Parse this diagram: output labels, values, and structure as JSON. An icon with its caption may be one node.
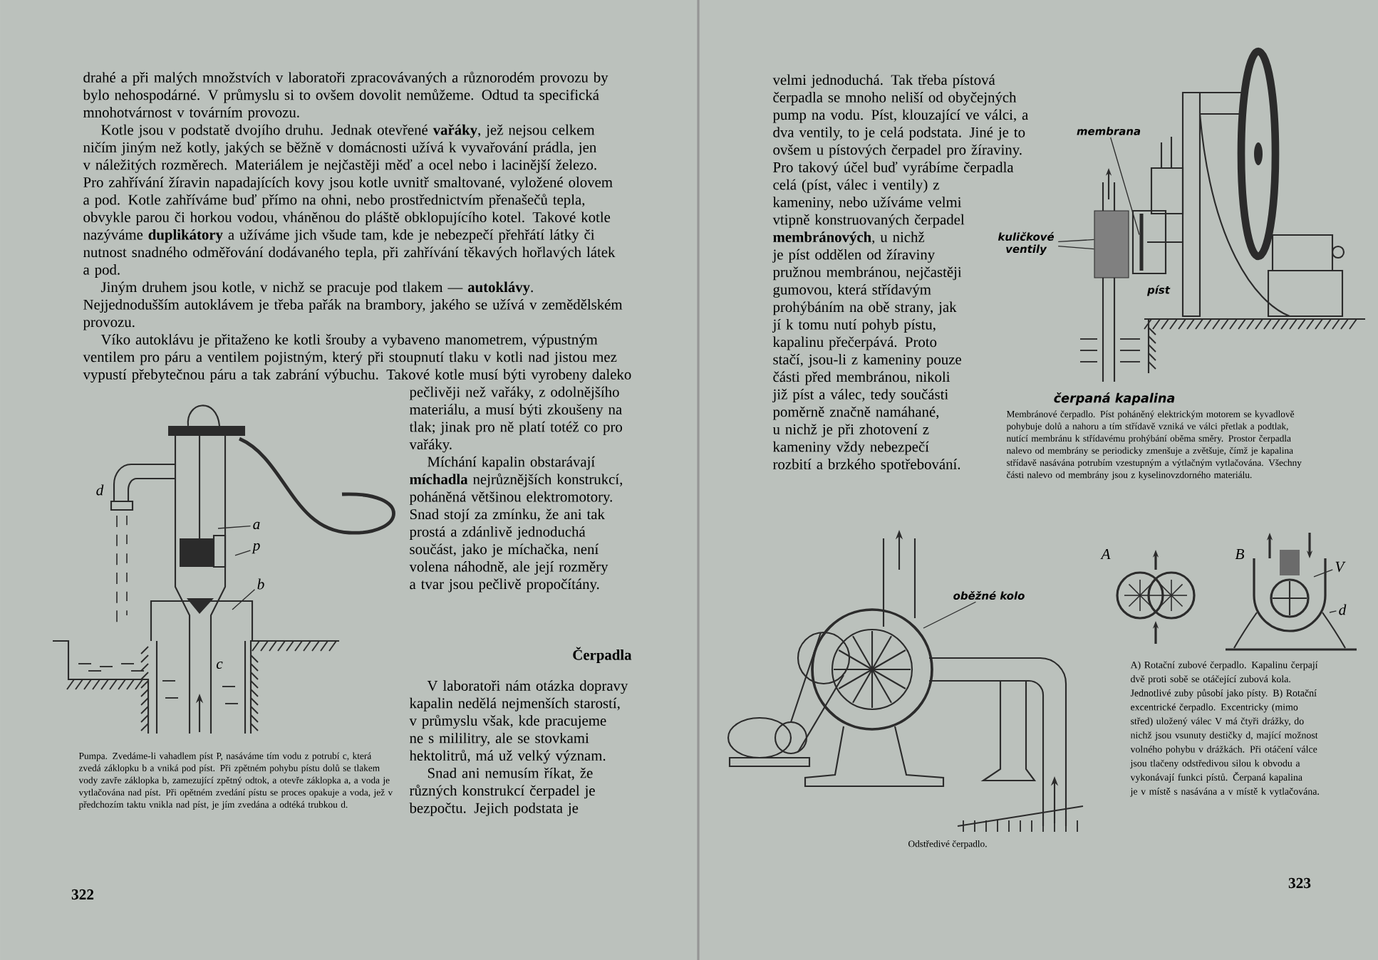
{
  "diagram": {
    "nodes": [
      {
        "text": [
          "a"
        ]
      },
      {
        "text": [
          "p"
        ]
      },
      {
        "text": [
          "b"
        ]
      },
      {
        "text": [
          "membrana"
        ]
      },
      {
        "text": [
          "kuličkové ventily"
        ]
      },
      {
        "text": [
          "oběžné kolo"
        ]
      },
      {
        "text": [
          "V"
        ]
      },
      {
        "text": [
          "d"
        ]
      },
      {
        "text": [],
        "shape": "box"
      },
      {
        "text": [],
        "shape": "bar"
      }
    ],
    "edges": [
      {
        "from": 0,
        "to": null,
        "arrow": "none"
      },
      {
        "from": 1,
        "to": null,
        "arrow": "none"
      },
      {
        "from": 2,
        "to": null,
        "arrow": "none"
      },
      {
        "from": 3,
        "to": 9,
        "arrow": "none"
      },
      {
        "from": 4,
        "to": 8,
        "arrow": "none"
      },
      {
        "from": 4,
        "to": 8,
        "arrow": "none"
      },
      {
        "from": 5,
        "to": null,
        "arrow": "none"
      },
      {
        "from": 6,
        "to": null,
        "arrow": "none"
      },
      {
        "from": 7,
        "to": null,
        "arrow": "none"
      }
    ],
    "labels": [
      "drahé a při malých množstvích v laboratoři zpracovávaných a různorodém provozu by bylo nehospodárné. V průmyslu si to ovšem dovolit nemůžeme. Odtud ta specifická mnohotvárnost v továrním provozu.",
      "Kotle jsou v podstatě dvojího druhu. Jednak otevřené **vařáky**, jež nejsou celkem ničím jiným než kotly, jakých se běžně v domácnosti užívá k vyvařování prádla, jen v náležitých rozměrech. Materiálem je nejčastěji měď a ocel nebo i lacinější železo. Pro zahřívání žíravin napadajících kovy jsou kotle uvnitř smaltované, vyložené olovem a pod. Kotle zahříváme buď přímo na ohni, nebo prostřednictvím přenašečů tepla, obvykle parou či horkou vodou, vháněnou do pláště obklopujícího kotel. Takové kotle nazýváme **duplikátory** a užíváme jich všude tam, kde je nebezpečí přehřátí látky či nutnost snadného odměřování dodávaného tepla, při zahřívání těkavých hořlavých látek a pod.",
      "Jiným druhem jsou kotle, v nichž se pracuje pod tlakem — **autoklávy**. Nejjednodušším autoklávem je třeba pařák na brambory, jakého se užívá v zemědělském provozu.",
      "Víko autoklávu je přitaženo ke kotli šrouby a vybaveno manometrem, výpustným ventilem pro páru a ventilem pojistným, který při stoupnutí tlaku v kotli nad jistou mez vypustí přebytečnou páru a tak zabrání výbuchu. Takové kotle musí býti vyrobeny daleko pečlivěji než vařáky, z odolnějšího materiálu, a musí býti zkoušeny na tlak; jinak pro ně platí totéž co pro vařáky.",
      "Míchání kapalin obstarávají **míchadla** nejrůznějších konstrukcí, poháněná většinou elektromotory. Snad stojí za zmínku, že ani tak prostá a zdánlivě jednoduchá součást, jako je míchačka, není volena náhodně, ale její rozměry a tvar jsou pečlivě propočítány.",
      "Čerpadla",
      "V laboratoři nám otázka dopravy kapalin nedělá nejmenších starostí, v průmyslu však, kde pracujeme ne s mililitry, ale se stovkami hektolitrů, má už velký význam.",
      "Snad ani nemusím říkat, že různých konstrukcí čerpadel je bezpočtu. Jejich podstata je",
      "d",
      "c",
      "Pumpa. Zvedáme-li vahadlem píst P, nasáváme tím vodu z potrubí c, která zvedá záklopku b a vniká pod píst. Při zpětném pohybu pístu dolů se tlakem vody zavře záklopka b, zamezující zpětný odtok, a otevře záklopka a, a voda je vytlačována nad píst. Při opětném zvedání pístu se proces opakuje a voda, jež v předchozím taktu vnikla nad píst, je jím zvedána a odtéká trubkou d.",
      "322",
      "velmi jednoduchá. Tak třeba pístová čerpadla se mnoho neliší od obyčejných pump na vodu. Píst, klouzající ve válci, a dva ventily, to je celá podstata. Jiné je to ovšem u pístových čerpadel pro žíraviny. Pro takový účel buď vyrábíme čerpadla celá (píst, válec i ventily) z kameniny, nebo užíváme velmi vtipně konstruovaných čerpadel **membránových**, u nichž je píst oddělen od žíraviny pružnou membránou, nejčastěji gumovou, která střídavým prohýbáním na obě strany, jak jí k tomu nutí pohyb pístu, kapalinu přečerpává. Proto stačí, jsou-li z kameniny pouze části před membránou, nikoli již píst a válec, tedy součásti poměrně značně namáhané, u nichž je při zhotovení z kameniny vždy nebezpečí rozbití a brzkého spotřebování.",
      "píst",
      "čerpaná kapalina",
      "Membránové čerpadlo. Píst poháněný elektrickým motorem se kyvadlově pohybuje dolů a nahoru a tím střídavě vzniká ve válci přetlak a podtlak, nutící membránu k střídavému prohýbání oběma směry. Prostor čerpadla nalevo od membrány se periodicky zmenšuje a zvětšuje, čímž je kapalina střídavě nasávána potrubím vzestupným a výtlačným vytlačována. Všechny části nalevo od membrány jsou z kyselinovzdorného materiálu.",
      "Odstředivé čerpadlo.",
      "A",
      "B",
      "A) Rotační zubové čerpadlo. Kapalinu čerpají dvě proti sobě se otáčející zubová kola. Jednotlivé zuby působí jako písty. B) Rotační excentrické čerpadlo. Excentricky (mimo střed) uložený válec V má čtyři drážky, do nichž jsou vsunuty destičky d, mající možnost volného pohybu v drážkách. Při otáčení válce jsou tlačeny odstředivou silou k obvodu a vykonávají funkci pístů. Čerpaná kapalina je v místě s nasávána a v místě k vytlačována.",
      "323"
    ]
  }
}
